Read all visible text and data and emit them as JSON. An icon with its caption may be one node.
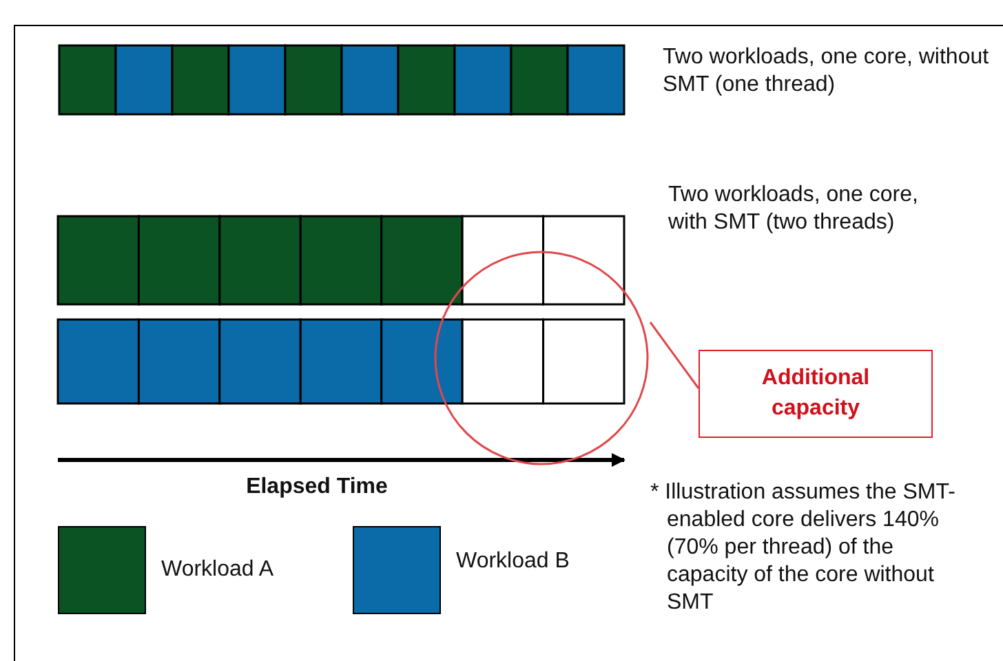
{
  "diagram": {
    "nodes": [
      {
        "text": [],
        "shape": "circle"
      },
      {
        "text": [
          "Additional capacity"
        ]
      }
    ],
    "edges": [
      {
        "from": 1,
        "to": 0,
        "arrow": "none"
      }
    ],
    "labels": [
      "Two workloads, one core, without SMT (one thread)",
      "Two workloads, one core, with SMT (two threads)",
      "Elapsed Time",
      "* Illustration assumes the SMT-enabled core delivers 140% (70% per thread) of the capacity of the core without SMT"
    ],
    "legend": [
      {
        "text": "Workload A",
        "color": "#0b5323"
      },
      {
        "text": "Workload B",
        "color": "#0b6ba8"
      }
    ]
  }
}
